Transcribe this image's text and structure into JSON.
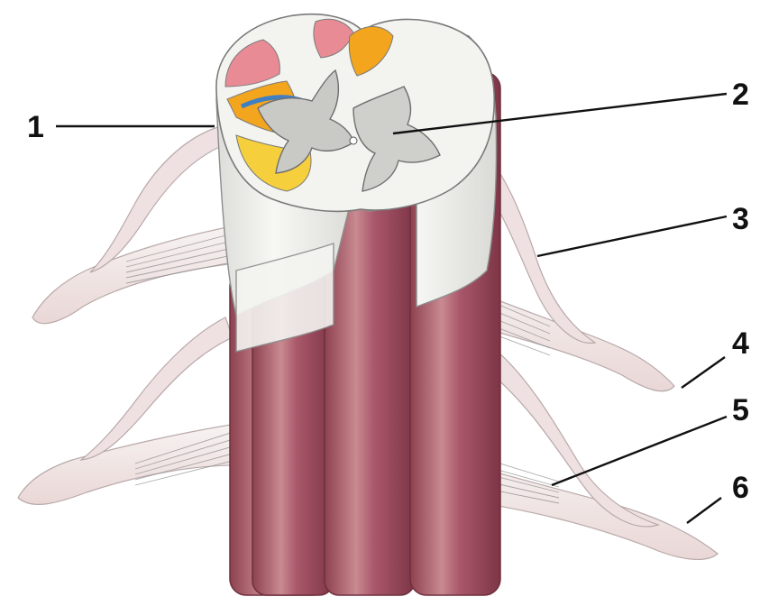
{
  "diagram": {
    "callouts": [
      {
        "id": "1",
        "text": "1"
      },
      {
        "id": "2",
        "text": "2"
      },
      {
        "id": "3",
        "text": "3"
      },
      {
        "id": "4",
        "text": "4"
      },
      {
        "id": "5",
        "text": "5"
      },
      {
        "id": "6",
        "text": "6"
      }
    ],
    "colors": {
      "white_matter": "#f1f1ee",
      "gray_matter": "#c9c9c6",
      "cut_column": "#a85764",
      "column_highlight": "#e9c7c9",
      "tract_orange": "#f3a51e",
      "tract_yellow": "#f6cf3c",
      "tract_blue": "#3f7fc4",
      "tract_pink": "#e98b95",
      "nerve": "#f3eeed",
      "outline": "#8d8d8d"
    }
  }
}
